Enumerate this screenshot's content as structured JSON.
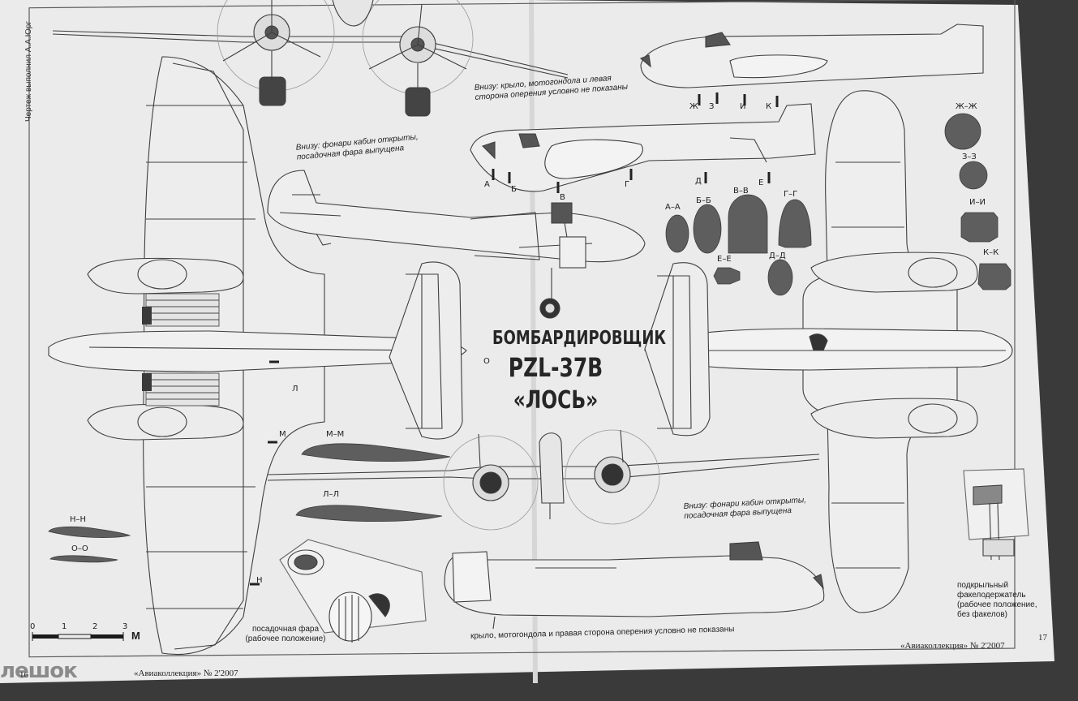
{
  "drafter_credit": "Чертеж выполнил А.А.Юрг",
  "title": {
    "line1": "БОМБАРДИРОВЩИК",
    "line2": "PZL-37B",
    "line3": "«ЛОСЬ»"
  },
  "captions": {
    "top_right": "Внизу: крыло, мотогондола и левая сторона оперения условно не показаны",
    "mid_left": "Внизу: фонари кабин открыты, посадочная фара выпущена",
    "mid_right": "Внизу: фонари кабин открыты, посадочная фара выпущена",
    "landing_light": "посадочная фара (рабочее положение)",
    "flare_holder": "подкрыльный факелодержатель (рабочее положение, без факелов)",
    "bottom": "крыло, мотогондола и правая сторона оперения условно не показаны"
  },
  "section_labels": {
    "aa": "А–А",
    "bb": "Б–Б",
    "vv": "В–В",
    "gg": "Г–Г",
    "dd": "Д–Д",
    "ee": "Е–Е",
    "zhzh": "Ж–Ж",
    "zz": "З–З",
    "ii": "И–И",
    "kk": "К–К",
    "mm": "М–М",
    "ll": "Л–Л",
    "nn": "Н–Н",
    "oo": "О–О"
  },
  "cut_markers": {
    "a": "А",
    "b": "Б",
    "v": "В",
    "g": "Г",
    "d": "Д",
    "e": "Е",
    "zh": "Ж",
    "z": "З",
    "i": "И",
    "k": "К",
    "l": "Л",
    "m": "М",
    "n": "Н",
    "o": "О"
  },
  "scale": {
    "ticks": [
      "0",
      "1",
      "2",
      "3"
    ],
    "unit": "М"
  },
  "footer": {
    "left_page": "16",
    "left_magazine": "«Авиаколлекция» № 2'2007",
    "right_magazine": "«Авиаколлекция» № 2'2007",
    "right_page": "17"
  },
  "watermark": "лешок",
  "colors": {
    "paper": "#ececec",
    "line": "#3c3c3c",
    "fill": "#5e5e5e",
    "background": "#3a3a3a"
  }
}
